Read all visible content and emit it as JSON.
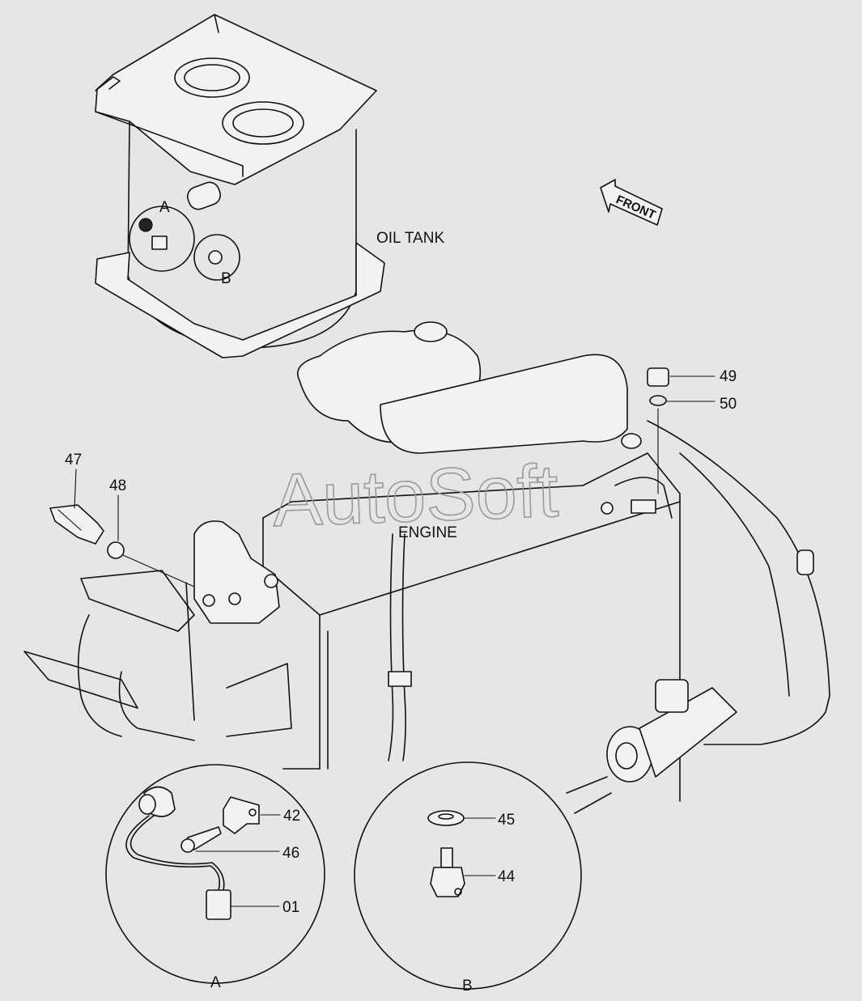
{
  "labels": {
    "oil_tank": "OIL TANK",
    "engine": "ENGINE",
    "front": "FRONT",
    "watermark": "AutoSoft"
  },
  "callouts": {
    "tank_a": "A",
    "tank_b": "B",
    "detail_a": "A",
    "detail_b": "B"
  },
  "parts": {
    "p47": "47",
    "p48": "48",
    "p49": "49",
    "p50": "50",
    "p42": "42",
    "p46": "46",
    "p01": "01",
    "p45": "45",
    "p44": "44"
  },
  "colors": {
    "background": "#e6e6e6",
    "line": "#111111",
    "watermark": "#9a9a9a"
  },
  "icons": {
    "front_arrow": "front-arrow-icon"
  }
}
